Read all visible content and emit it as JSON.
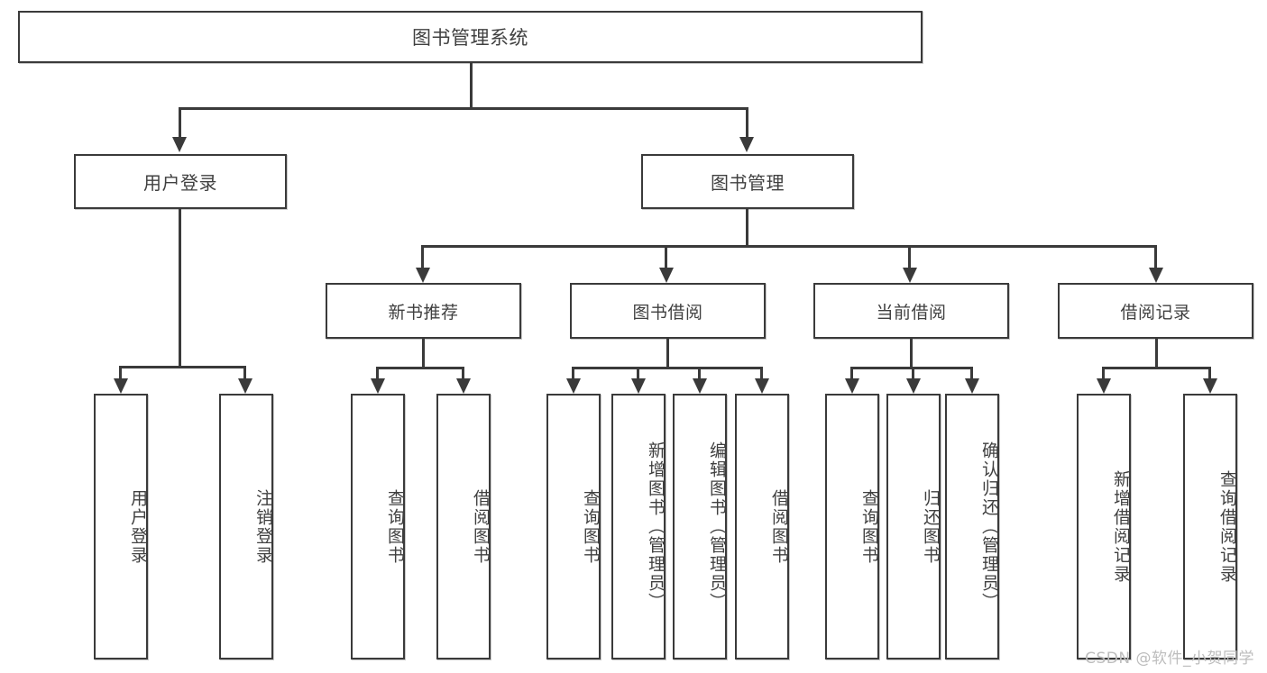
{
  "diagram": {
    "title_node": {
      "label": "图书管理系统"
    },
    "level1": [
      {
        "label": "用户登录"
      },
      {
        "label": "图书管理"
      }
    ],
    "level2": [
      {
        "label": "新书推荐"
      },
      {
        "label": "图书借阅"
      },
      {
        "label": "当前借阅"
      },
      {
        "label": "借阅记录"
      }
    ],
    "leaves": [
      {
        "label": "用户登录"
      },
      {
        "label": "注销登录"
      },
      {
        "label": "查询图书"
      },
      {
        "label": "借阅图书"
      },
      {
        "label": "查询图书"
      },
      {
        "label": "新增图书（管理员）"
      },
      {
        "label": "编辑图书（管理员）"
      },
      {
        "label": "借阅图书"
      },
      {
        "label": "查询图书"
      },
      {
        "label": "归还图书"
      },
      {
        "label": "确认归还（管理员）"
      },
      {
        "label": "新增借阅记录"
      },
      {
        "label": "查询借阅记录"
      }
    ],
    "watermark": "CSDN @软件_小贺同学",
    "colors": {
      "border": "#3a3a3a",
      "text": "#404040",
      "background": "#ffffff",
      "watermark": "#bdbdbd"
    }
  }
}
